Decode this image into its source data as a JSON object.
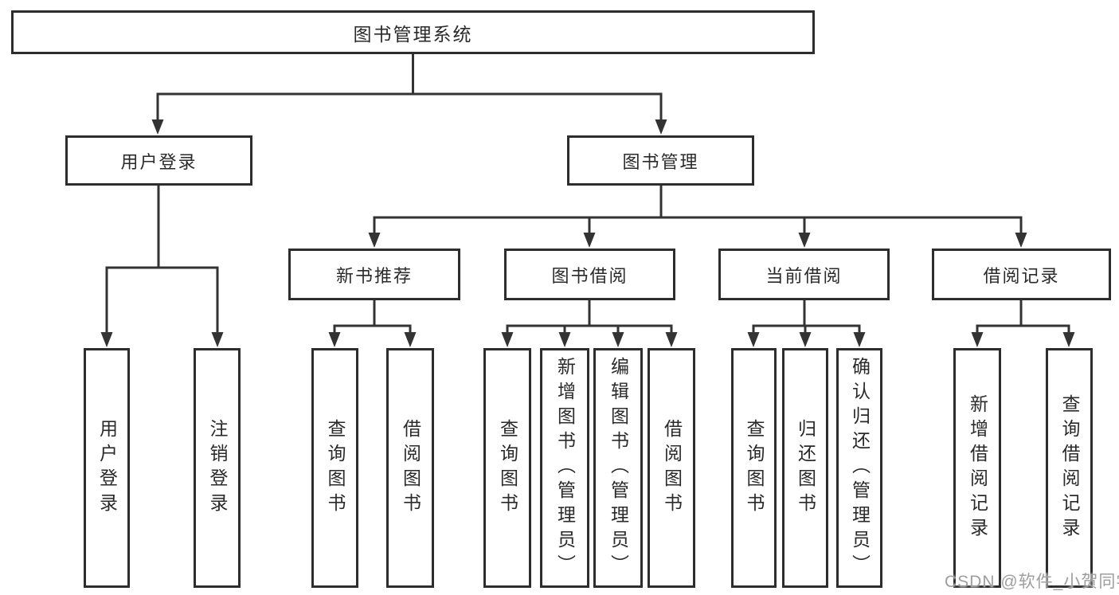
{
  "nodes": {
    "root": "图书管理系统",
    "user_login": "用户登录",
    "book_mgmt": "图书管理",
    "new_book": "新书推荐",
    "book_borrow": "图书借阅",
    "current_borrow": "当前借阅",
    "borrow_record": "借阅记录",
    "login": "用户登录",
    "logout": "注销登录",
    "nb_query": "查询图书",
    "nb_borrow": "借阅图书",
    "bb_query": "查询图书",
    "bb_add": "新增图书（管理员）",
    "bb_edit": "编辑图书（管理员）",
    "bb_borrow": "借阅图书",
    "cb_query": "查询图书",
    "cb_return": "归还图书",
    "cb_confirm": "确认归还（管理员）",
    "br_add": "新增借阅记录",
    "br_query": "查询借阅记录"
  },
  "watermark": "CSDN @软件_小贺同学",
  "colors": {
    "line": "#333333",
    "box_border": "#2d2d2d",
    "text": "#2a2a2a",
    "watermark": "#9e9e9e"
  }
}
